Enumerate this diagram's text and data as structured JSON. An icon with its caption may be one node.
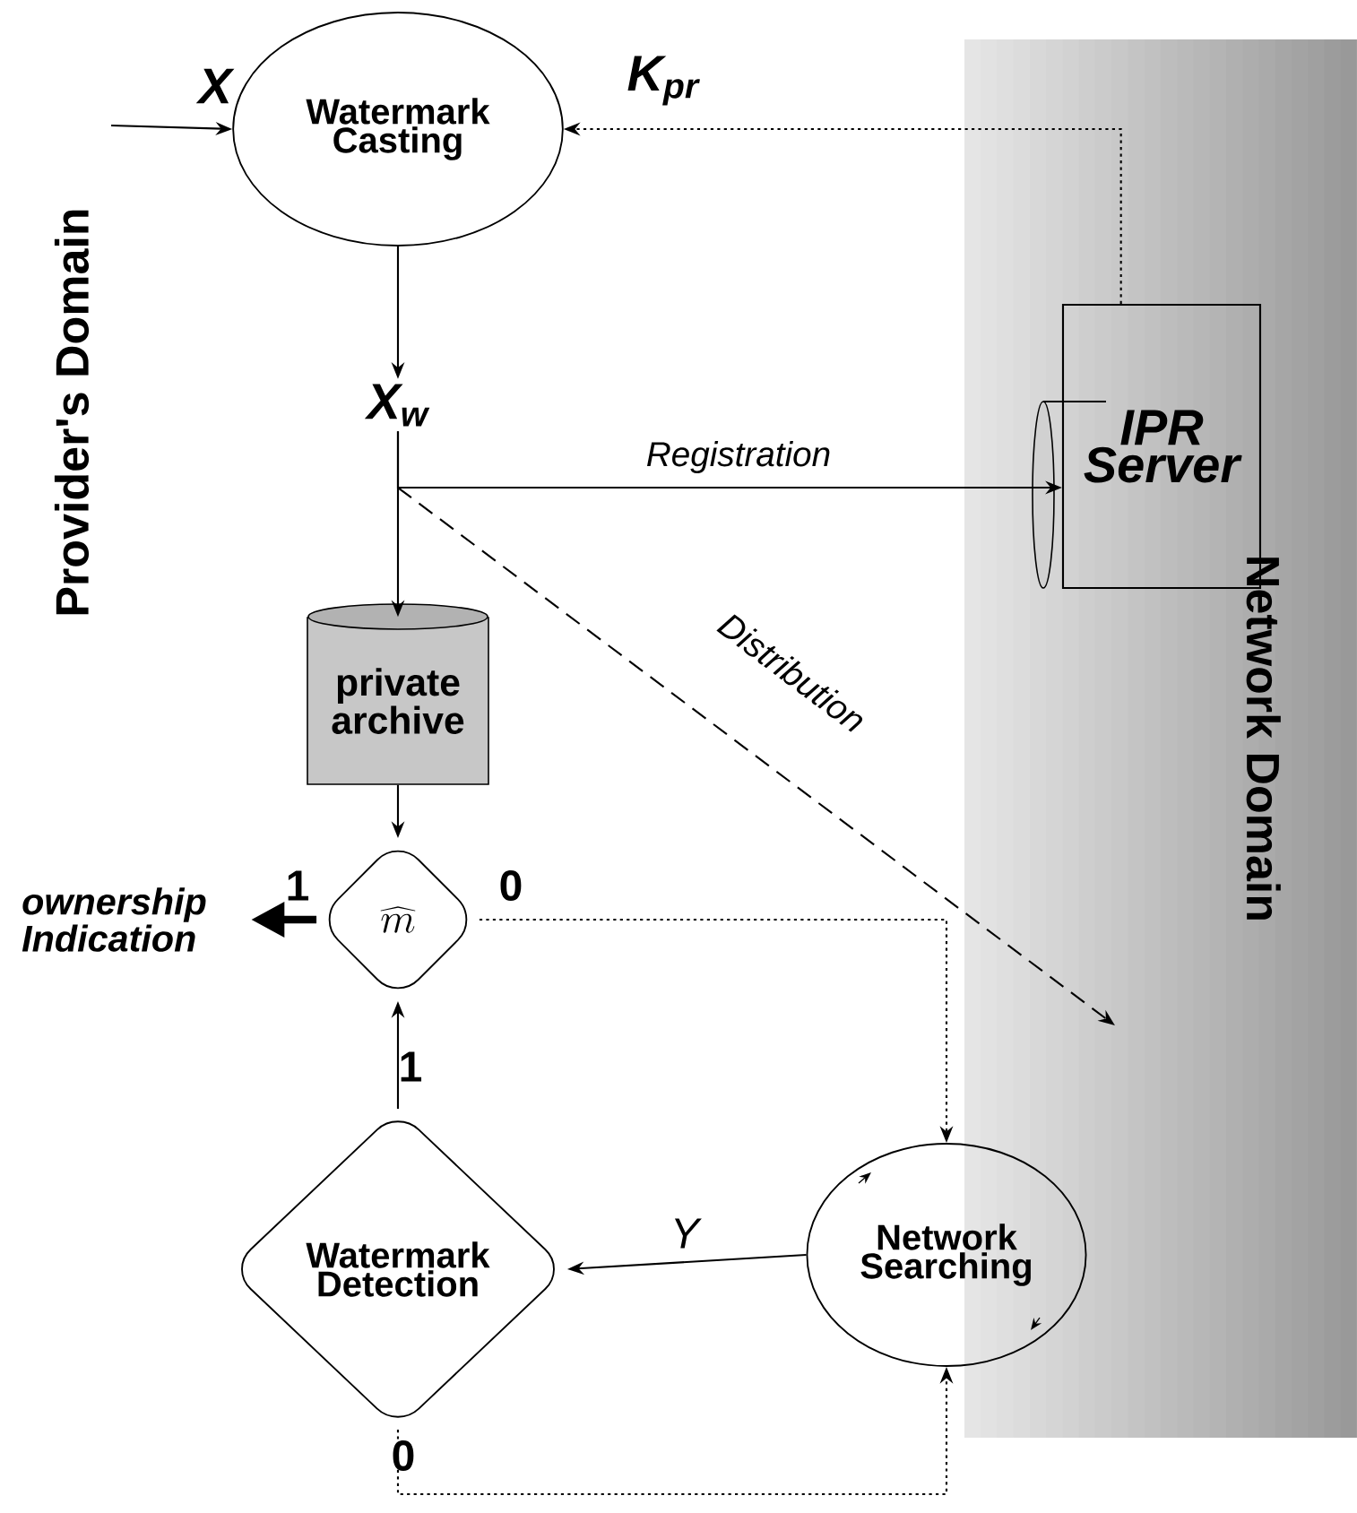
{
  "diagram": {
    "nodes": [
      {
        "text": [
          "Network Domain"
        ]
      },
      {
        "text": [
          "Watermark Casting"
        ]
      },
      {
        "text": [
          "X$_{w}$"
        ]
      },
      {
        "text": [
          "IPR Server"
        ],
        "in": 0
      },
      {
        "text": [
          "private archive"
        ]
      },
      {
        "text": [
          "\\widehat{m}"
        ]
      },
      {
        "text": [
          "ownership Indication"
        ]
      },
      {
        "text": [
          "Watermark Detection"
        ]
      },
      {
        "text": [
          "Network Searching"
        ]
      }
    ],
    "edges": [
      {
        "from": null,
        "to": 1,
        "arrow": "to",
        "label": "X"
      },
      {
        "from": 3,
        "to": 1,
        "arrow": "to",
        "label": "K$_{pr}$",
        "style": "dashed"
      },
      {
        "from": 1,
        "to": 2,
        "arrow": "to"
      },
      {
        "from": 2,
        "to": 3,
        "arrow": "to",
        "label": "Registration"
      },
      {
        "from": 2,
        "to": 4,
        "arrow": "to"
      },
      {
        "from": 2,
        "to": null,
        "arrow": "to",
        "label": "Distribution",
        "style": "dashed"
      },
      {
        "from": 4,
        "to": 5,
        "arrow": "to"
      },
      {
        "from": 5,
        "to": 6,
        "arrow": "to",
        "label": "1",
        "style": "thick"
      },
      {
        "from": 5,
        "to": 8,
        "arrow": "to",
        "label": "0",
        "style": "dashed"
      },
      {
        "from": 7,
        "to": 5,
        "arrow": "to",
        "label": "1"
      },
      {
        "from": 8,
        "to": 7,
        "arrow": "to",
        "label": "Y"
      },
      {
        "from": 7,
        "to": 8,
        "arrow": "to",
        "label": "0",
        "style": "dashed"
      }
    ],
    "labels": [
      "Provider's Domain"
    ]
  }
}
